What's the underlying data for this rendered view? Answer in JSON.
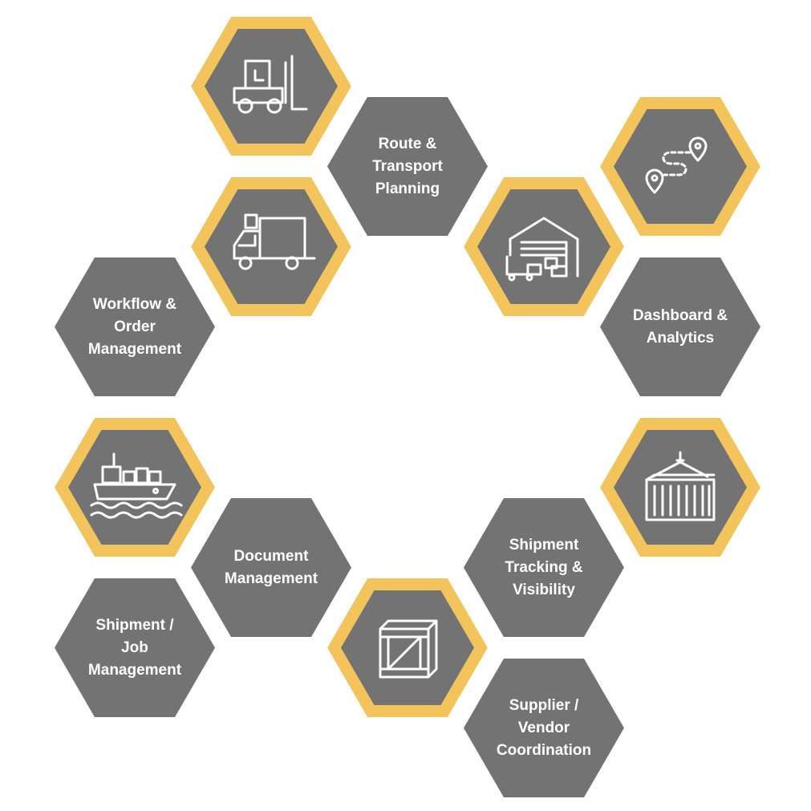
{
  "colors": {
    "hex_gray": "#737373",
    "hex_yellow": "#f3c45c",
    "background": "#ffffff"
  },
  "hexagons": {
    "route": "Route &\nTransport\nPlanning",
    "workflow": "Workflow &\nOrder\nManagement",
    "dashboard": "Dashboard &\nAnalytics",
    "document": "Document\nManagement",
    "tracking": "Shipment\nTracking &\nVisibility",
    "job": "Shipment /\nJob\nManagement",
    "supplier": "Supplier /\nVendor\nCoordination"
  },
  "icons": [
    "forklift-icon",
    "route-map-icon",
    "truck-icon",
    "warehouse-icon",
    "cargo-ship-icon",
    "container-icon",
    "crate-icon"
  ]
}
